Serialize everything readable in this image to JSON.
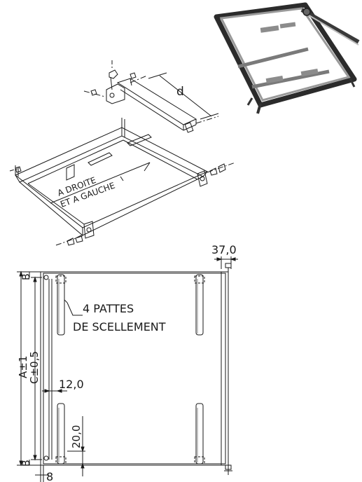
{
  "labels": {
    "d": "d",
    "a_droite": "A DROITE",
    "et_a_gauche": "ET A GAUCHE",
    "dim_top": "37,0",
    "pattes_line1": "4 PATTES",
    "pattes_line2": "DE SCELLEMENT",
    "dim_a": "A±1",
    "dim_c": "C±0,5",
    "b_top": "B",
    "b_bottom": "B",
    "dim_12": "12,0",
    "dim_20": "20,0",
    "dim_8": "8"
  }
}
